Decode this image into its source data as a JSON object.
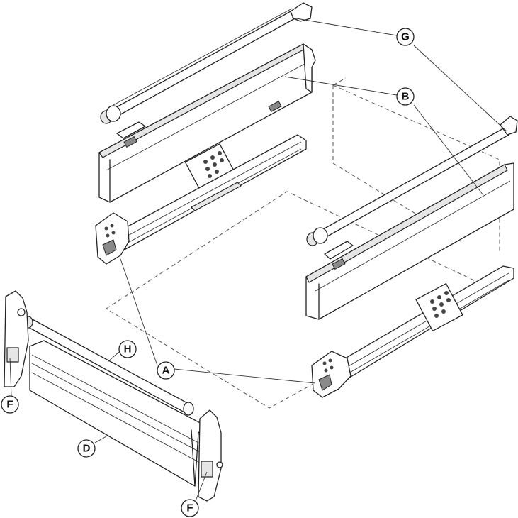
{
  "callouts": {
    "A": "A",
    "B": "B",
    "D": "D",
    "F_left": "F",
    "F_right": "F",
    "G": "G",
    "H": "H"
  },
  "colors": {
    "line": "#222222",
    "shade": "#e6e6e6",
    "background": "#ffffff"
  }
}
